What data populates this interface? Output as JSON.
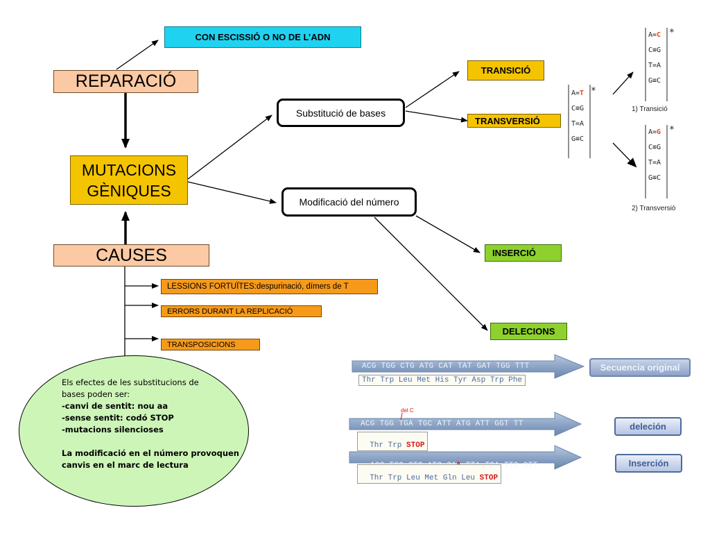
{
  "nodes": {
    "reparacio": "REPARACIÓ",
    "escissio": "CON ESCISSIÓ O NO DE L’ADN",
    "mutacions_1": "MUTACIONS",
    "mutacions_2": "GÈNIQUES",
    "causes": "CAUSES",
    "substitucio": "Substitució de bases",
    "modificacio": "Modificació del número",
    "transicio": "TRANSICIÓ",
    "transversio": "TRANSVERSIÓ",
    "insercio": "INSERCIÓ",
    "delecions": "DELECIONS",
    "lessions_head": "LESSIONS ",
    "lessions_tail": "FORTUÏTES:despurinació, dímers de T",
    "errors": "ERRORS DURANT LA REPLICACIÓ",
    "transposicions": "TRANSPOSICIONS"
  },
  "note": {
    "line1": "Els efectes de les substitucions de",
    "line2": "bases poden ser:",
    "line3": "-canvi de sentit: nou aa",
    "line4": "-sense sentit: codó STOP",
    "line5": "-mutacions silencioses",
    "line6": "La modificació en el número provoquen",
    "line7": "canvis en el marc de lectura"
  },
  "dna": {
    "center": [
      "A=T",
      "C≡G",
      "T=A",
      "G≡C"
    ],
    "top": [
      "A=C",
      "C≡G",
      "T=A",
      "G≡C"
    ],
    "bottom": [
      "A=G",
      "C≡G",
      "T=A",
      "G≡C"
    ],
    "star": "*",
    "caption_top": "1) Transició",
    "caption_bottom": "2) Transversió",
    "mut_color": "#e2461c"
  },
  "sequences": {
    "original_dna": "ACG TGG CTG ATG CAT TAT GAT TGG TTT",
    "original_aa": "Thr Trp Leu Met His Tyr Asp Trp Phe",
    "original_label": "Secuencia original",
    "del_marker": "del C",
    "del_dna": "ACG TGG TGA TGC ATT ATG ATT GGT TT",
    "del_aa_prefix": "Thr Trp ",
    "del_aa_stop": "STOP",
    "del_label": "deleción",
    "ins_dna_prefix": "ACG TGG CTG ATG CA",
    "ins_dna_mut": "A",
    "ins_dna_suffix": " TTA TGA TTG GTT",
    "ins_aa_prefix": "Thr Trp Leu Met Gln Leu ",
    "ins_aa_stop": "STOP",
    "ins_label": "Inserción"
  },
  "colors": {
    "salmon": "#fbc9a3",
    "yellow": "#f5c400",
    "green": "#8ed12e",
    "orange": "#f79a1a",
    "cyan": "#1fd3f0",
    "ellipse": "#cdf5b8",
    "stop_red": "#d31919"
  }
}
